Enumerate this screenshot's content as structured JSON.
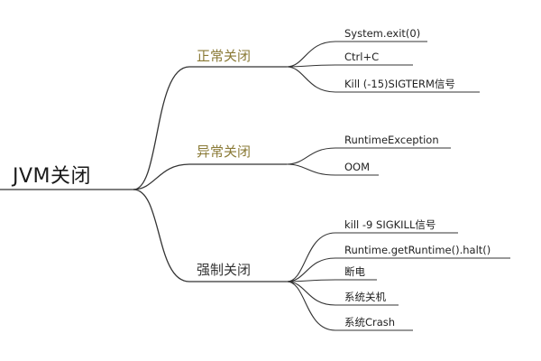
{
  "root": {
    "label": "JVM关闭"
  },
  "colors": {
    "line": "#333333",
    "branch_normal": "#8a7a36",
    "branch_abnormal": "#8a7a36",
    "branch_forced": "#333333"
  },
  "branches": [
    {
      "label": "正常关闭",
      "children": [
        "System.exit(0)",
        "Ctrl+C",
        "Kill (-15)SIGTERM信号"
      ]
    },
    {
      "label": "异常关闭",
      "children": [
        "RuntimeException",
        "OOM"
      ]
    },
    {
      "label": "强制关闭",
      "children": [
        "kill -9 SIGKILL信号",
        "Runtime.getRuntime().halt()",
        "断电",
        "系统关机",
        "系统Crash"
      ]
    }
  ]
}
